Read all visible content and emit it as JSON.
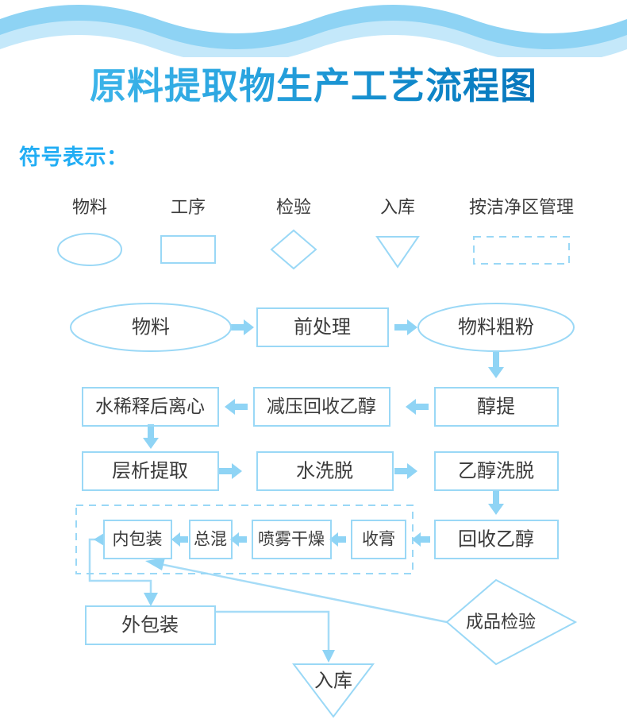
{
  "header": {
    "title": "原料提取物生产工艺流程图",
    "title_gradient_from": "#47bdef",
    "title_gradient_to": "#0169b2",
    "wave_color_dark": "#8ed3f4",
    "wave_color_light": "#c4e8fa"
  },
  "legend": {
    "heading": "符号表示：",
    "heading_color": "#21adf4",
    "items": [
      {
        "label": "物料",
        "shape": "ellipse"
      },
      {
        "label": "工序",
        "shape": "rectangle"
      },
      {
        "label": "检验",
        "shape": "diamond"
      },
      {
        "label": "入库",
        "shape": "triangle-down"
      },
      {
        "label": "按洁净区管理",
        "shape": "dashed-rectangle"
      }
    ]
  },
  "chart_data": {
    "type": "flowchart",
    "title": "原料提取物生产工艺流程图",
    "shape_stroke": "#9ad8f6",
    "connector_color": "#a6dcf7",
    "text_color": "#3b3b3b",
    "nodes": [
      {
        "id": "n1",
        "label": "物料",
        "shape": "ellipse",
        "row": 1
      },
      {
        "id": "n2",
        "label": "前处理",
        "shape": "rectangle",
        "row": 1
      },
      {
        "id": "n3",
        "label": "物料粗粉",
        "shape": "ellipse",
        "row": 1
      },
      {
        "id": "n4",
        "label": "醇提",
        "shape": "rectangle",
        "row": 2
      },
      {
        "id": "n5",
        "label": "减压回收乙醇",
        "shape": "rectangle",
        "row": 2
      },
      {
        "id": "n6",
        "label": "水稀释后离心",
        "shape": "rectangle",
        "row": 2
      },
      {
        "id": "n7",
        "label": "层析提取",
        "shape": "rectangle",
        "row": 3
      },
      {
        "id": "n8",
        "label": "水洗脱",
        "shape": "rectangle",
        "row": 3
      },
      {
        "id": "n9",
        "label": "乙醇洗脱",
        "shape": "rectangle",
        "row": 3
      },
      {
        "id": "n10",
        "label": "回收乙醇",
        "shape": "rectangle",
        "row": 4
      },
      {
        "id": "n11",
        "label": "收膏",
        "shape": "rectangle",
        "row": 4,
        "clean_zone": true
      },
      {
        "id": "n12",
        "label": "喷雾干燥",
        "shape": "rectangle",
        "row": 4,
        "clean_zone": true
      },
      {
        "id": "n13",
        "label": "总混",
        "shape": "rectangle",
        "row": 4,
        "clean_zone": true
      },
      {
        "id": "n14",
        "label": "内包装",
        "shape": "rectangle",
        "row": 4,
        "clean_zone": true
      },
      {
        "id": "n15",
        "label": "外包装",
        "shape": "rectangle",
        "row": 5
      },
      {
        "id": "n16",
        "label": "成品检验",
        "shape": "diamond",
        "row": 5
      },
      {
        "id": "n17",
        "label": "入库",
        "shape": "triangle-down",
        "row": 6
      }
    ],
    "edges": [
      {
        "from": "n1",
        "to": "n2",
        "dir": "right"
      },
      {
        "from": "n2",
        "to": "n3",
        "dir": "right"
      },
      {
        "from": "n3",
        "to": "n4",
        "dir": "down"
      },
      {
        "from": "n4",
        "to": "n5",
        "dir": "left"
      },
      {
        "from": "n5",
        "to": "n6",
        "dir": "left"
      },
      {
        "from": "n6",
        "to": "n7",
        "dir": "down"
      },
      {
        "from": "n7",
        "to": "n8",
        "dir": "right"
      },
      {
        "from": "n8",
        "to": "n9",
        "dir": "right"
      },
      {
        "from": "n9",
        "to": "n10",
        "dir": "down"
      },
      {
        "from": "n10",
        "to": "n11",
        "dir": "left"
      },
      {
        "from": "n11",
        "to": "n12",
        "dir": "left"
      },
      {
        "from": "n12",
        "to": "n13",
        "dir": "left"
      },
      {
        "from": "n13",
        "to": "n14",
        "dir": "left"
      },
      {
        "from": "n14",
        "to": "n15",
        "dir": "left-down-route"
      },
      {
        "from": "n15",
        "to": "n17",
        "dir": "right-down-route"
      },
      {
        "from": "n16",
        "to": "n14",
        "dir": "diagonal-up-left"
      }
    ],
    "clean_zone_label": "按洁净区管理"
  },
  "nodes": {
    "n1": "物料",
    "n2": "前处理",
    "n3": "物料粗粉",
    "n4": "醇提",
    "n5": "减压回收乙醇",
    "n6": "水稀释后离心",
    "n7": "层析提取",
    "n8": "水洗脱",
    "n9": "乙醇洗脱",
    "n10": "回收乙醇",
    "n11": "收膏",
    "n12": "喷雾干燥",
    "n13": "总混",
    "n14": "内包装",
    "n15": "外包装",
    "n16": "成品检验",
    "n17": "入库"
  }
}
